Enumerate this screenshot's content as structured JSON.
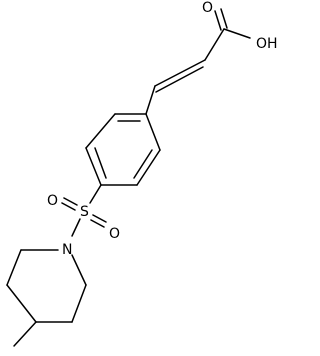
{
  "diagram": {
    "type": "chemical-structure",
    "atoms": {
      "hydroxyl": "OH",
      "carbonyl_oxygen": "O",
      "sulfur": "S",
      "sulfonyl_oxygen_upper": "O",
      "sulfonyl_oxygen_lower": "O",
      "nitrogen": "N"
    },
    "colors": {
      "bond": "#000000",
      "label": "#000000",
      "background": "#ffffff"
    }
  }
}
